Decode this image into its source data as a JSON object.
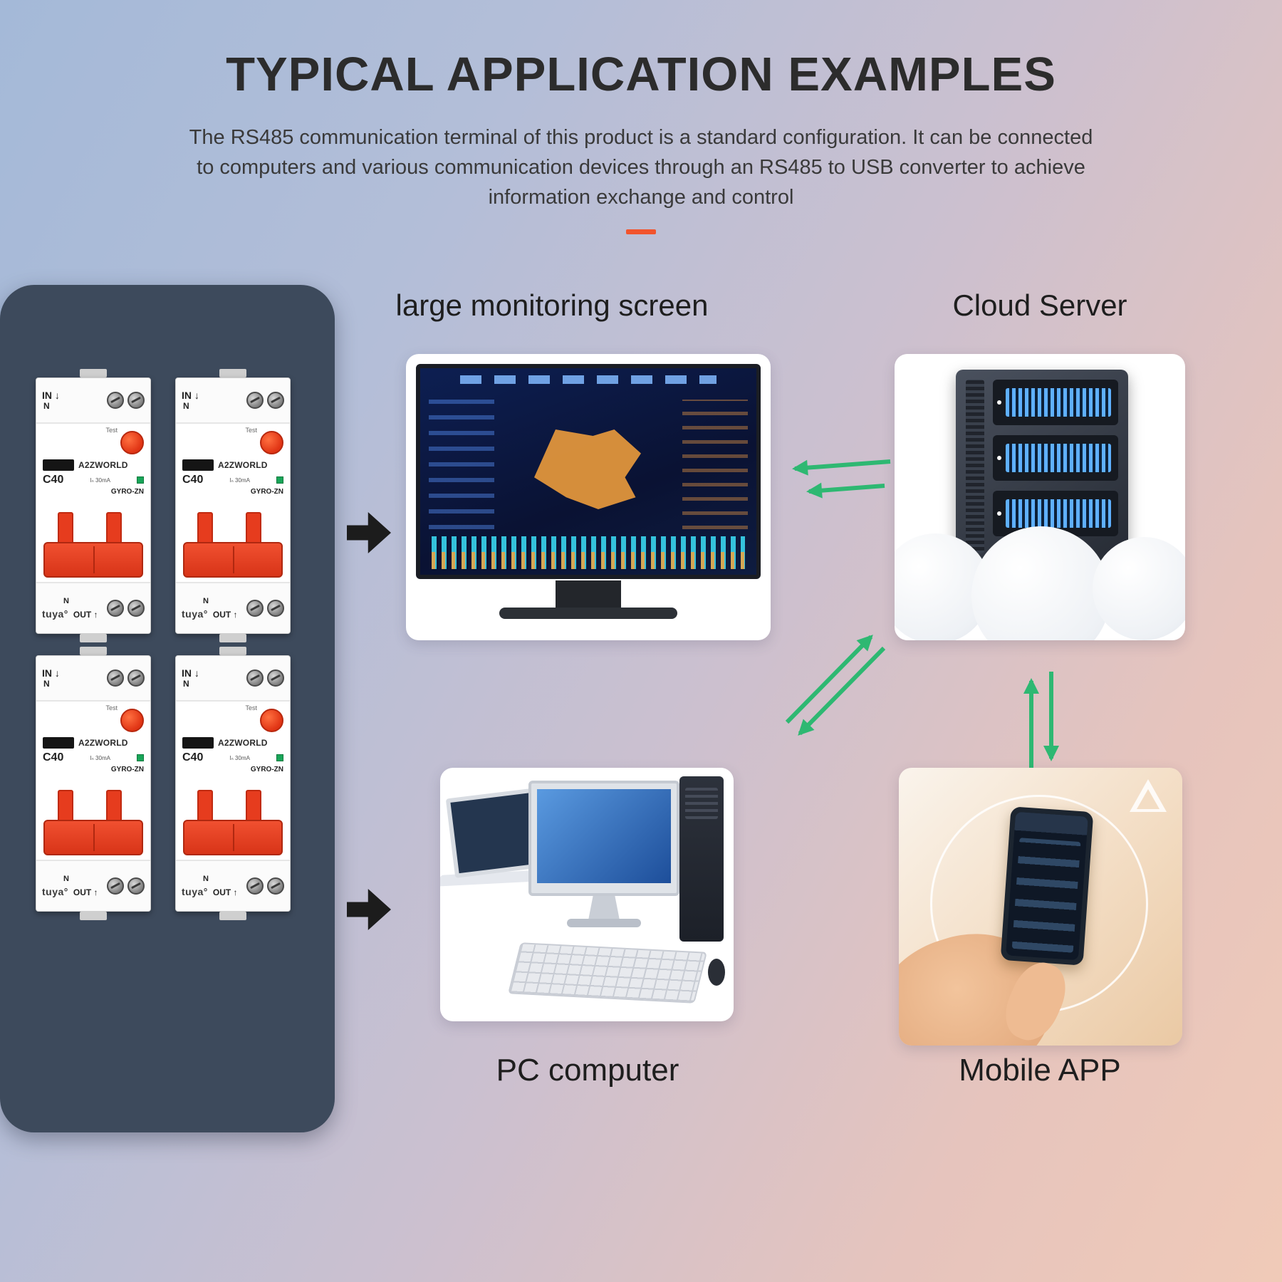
{
  "header": {
    "title": "TYPICAL APPLICATION EXAMPLES",
    "subtitle": "The RS485 communication terminal of this product is a standard configuration. It can be connected to computers and various communication devices through an RS485 to USB converter to achieve information exchange and control"
  },
  "sections": {
    "monitor": {
      "label": "large monitoring screen"
    },
    "cloud": {
      "label": "Cloud Server"
    },
    "pc": {
      "label": "PC computer"
    },
    "mobile": {
      "label": "Mobile APP"
    }
  },
  "breaker": {
    "in_label": "IN ↓",
    "n_label": "N",
    "test_label": "Test",
    "brand": "A2ZWORLD",
    "model": "C40",
    "rating": "Iₙ 30mA",
    "series": "GYRO-ZN",
    "tuya": "tuya°",
    "out_label": "OUT ↑"
  },
  "colors": {
    "accent": "#F2542D",
    "panel": "#3D4A5C",
    "arrow_black": "#1C1C1C",
    "arrow_green": "#2EB872"
  }
}
